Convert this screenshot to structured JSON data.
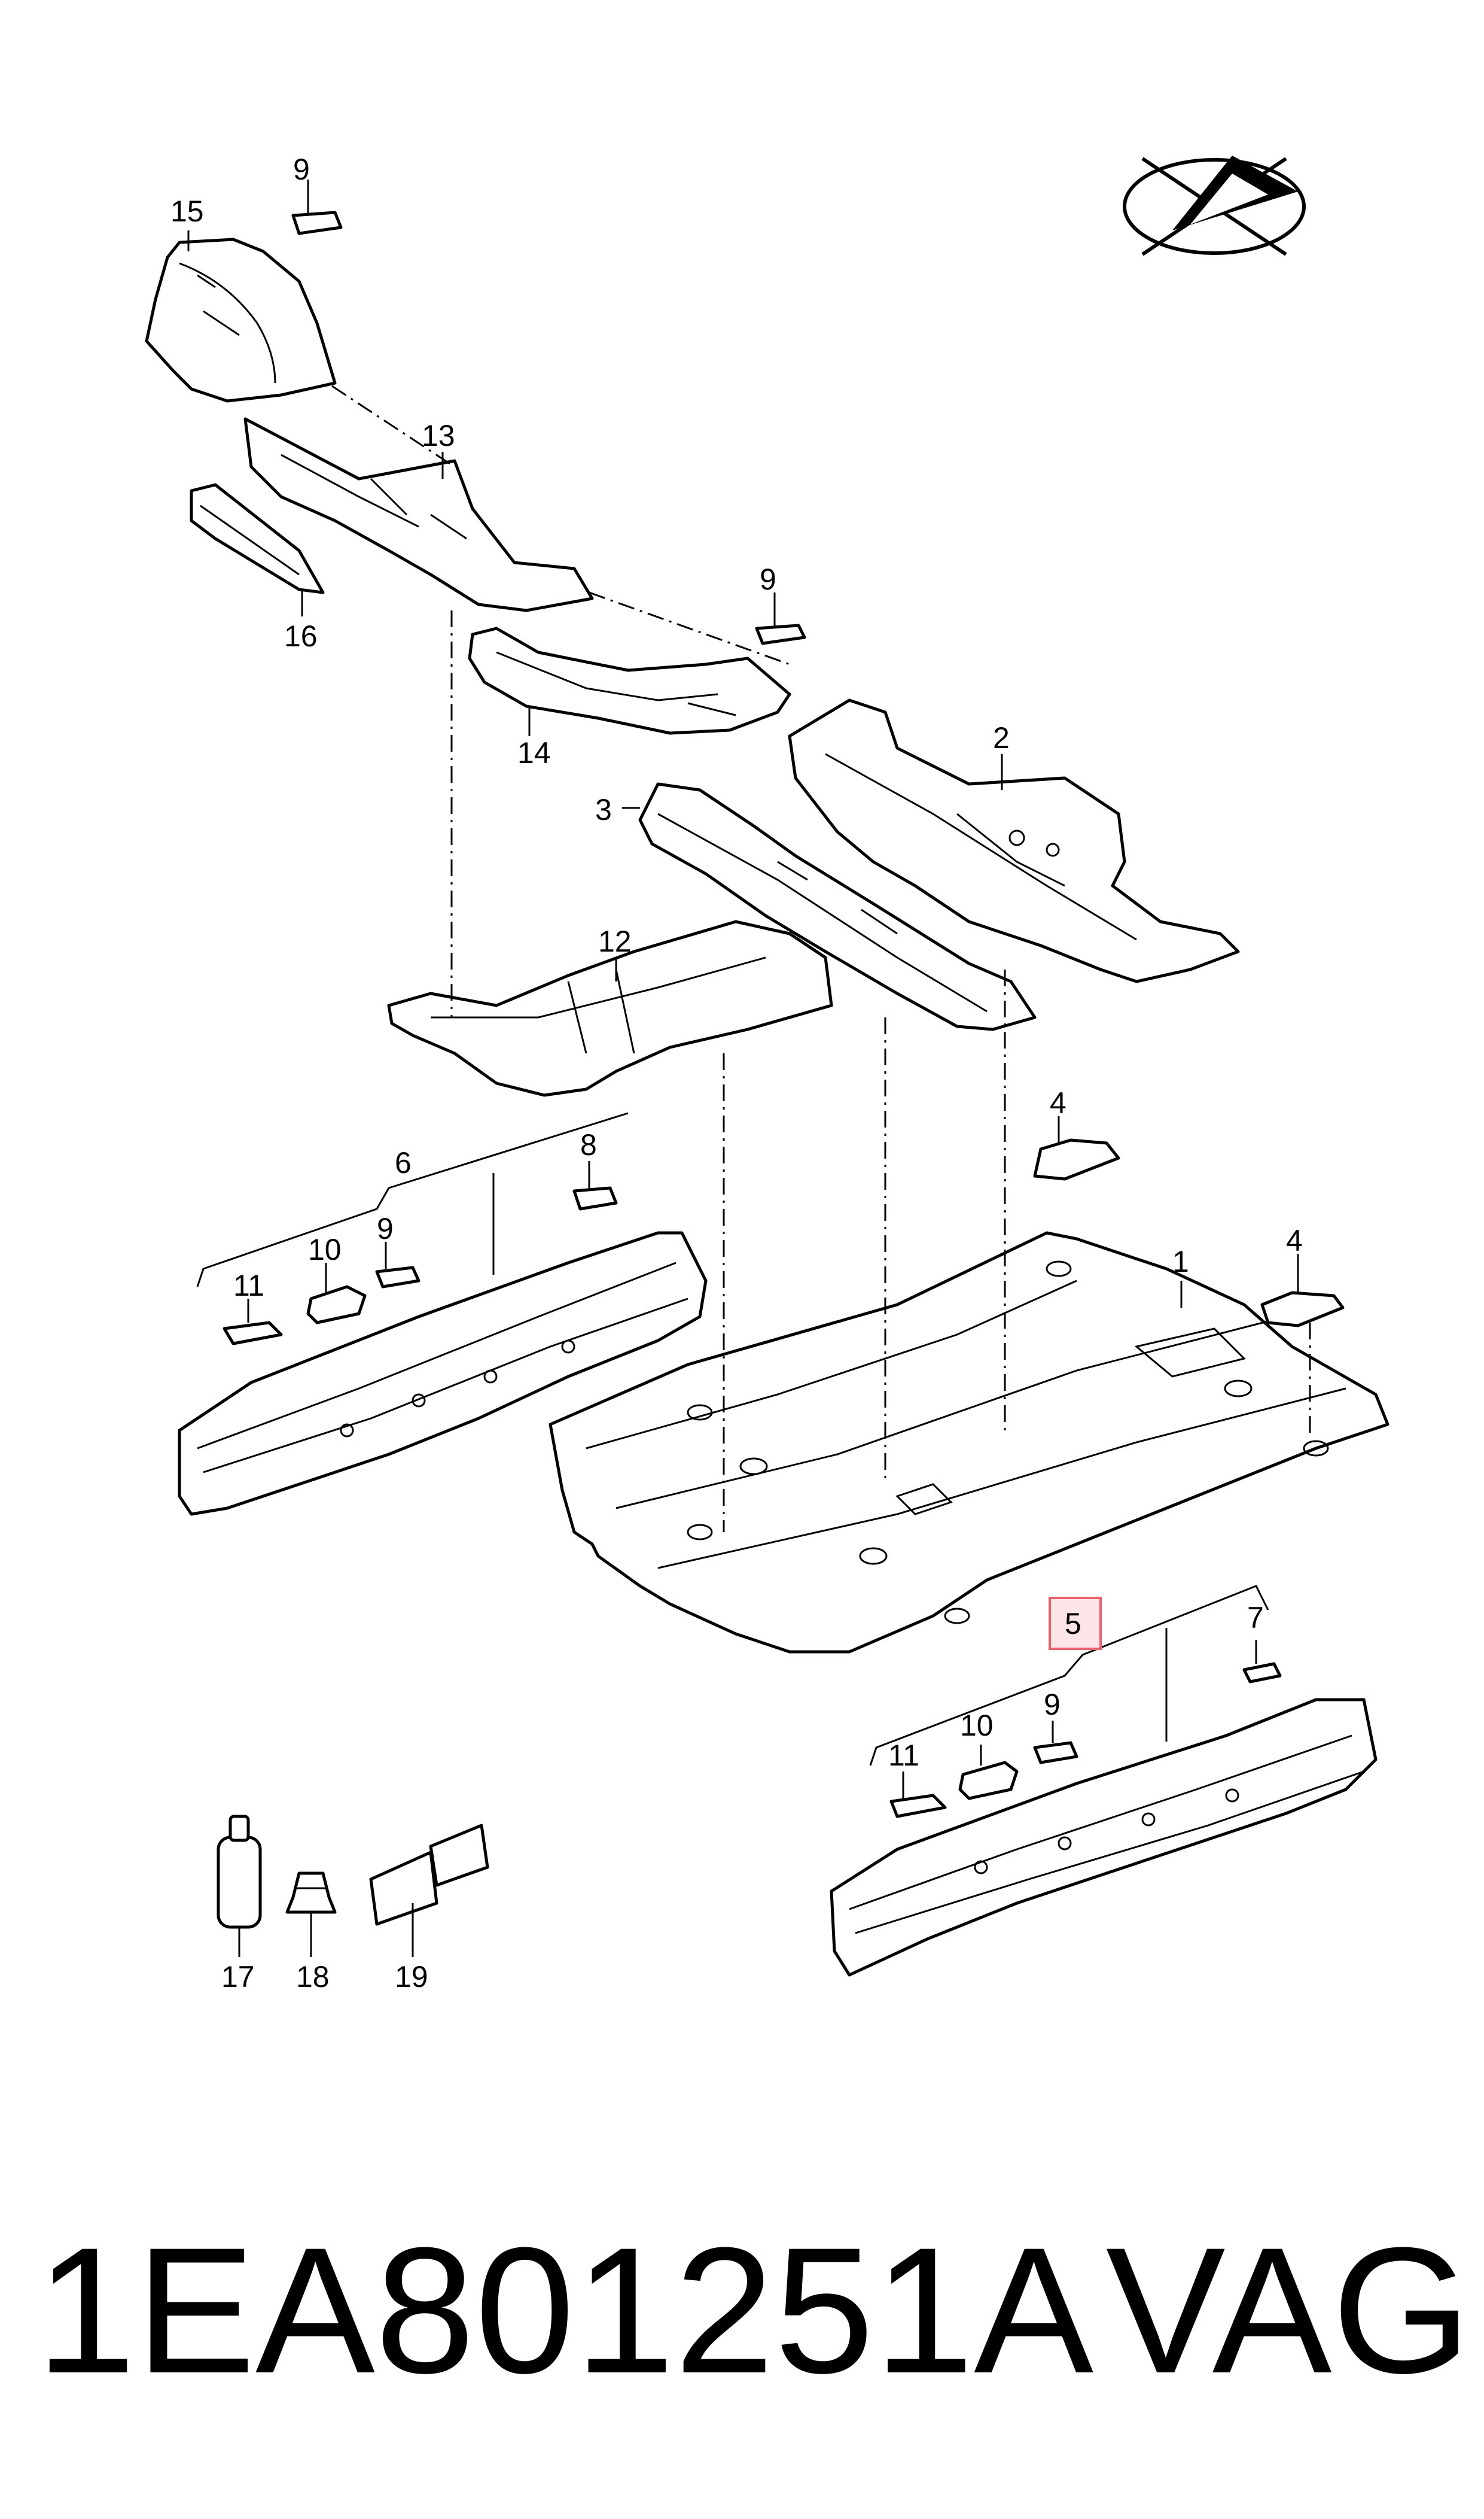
{
  "diagram": {
    "callouts": [
      {
        "id": "c15",
        "label": "15"
      },
      {
        "id": "c9a",
        "label": "9"
      },
      {
        "id": "c13",
        "label": "13"
      },
      {
        "id": "c16",
        "label": "16"
      },
      {
        "id": "c9b",
        "label": "9"
      },
      {
        "id": "c14",
        "label": "14"
      },
      {
        "id": "c2",
        "label": "2"
      },
      {
        "id": "c3",
        "label": "3"
      },
      {
        "id": "c12",
        "label": "12"
      },
      {
        "id": "c4a",
        "label": "4"
      },
      {
        "id": "c6",
        "label": "6"
      },
      {
        "id": "c8",
        "label": "8"
      },
      {
        "id": "c10a",
        "label": "10"
      },
      {
        "id": "c9c",
        "label": "9"
      },
      {
        "id": "c11a",
        "label": "11"
      },
      {
        "id": "c1",
        "label": "1"
      },
      {
        "id": "c4b",
        "label": "4"
      },
      {
        "id": "c5",
        "label": "5"
      },
      {
        "id": "c7",
        "label": "7"
      },
      {
        "id": "c9d",
        "label": "9"
      },
      {
        "id": "c10b",
        "label": "10"
      },
      {
        "id": "c11b",
        "label": "11"
      },
      {
        "id": "c17",
        "label": "17"
      },
      {
        "id": "c18",
        "label": "18"
      },
      {
        "id": "c19",
        "label": "19"
      }
    ],
    "highlight_color": "#e8626b"
  },
  "caption": {
    "part_number": "1EA801251A",
    "brand": "VAG"
  }
}
